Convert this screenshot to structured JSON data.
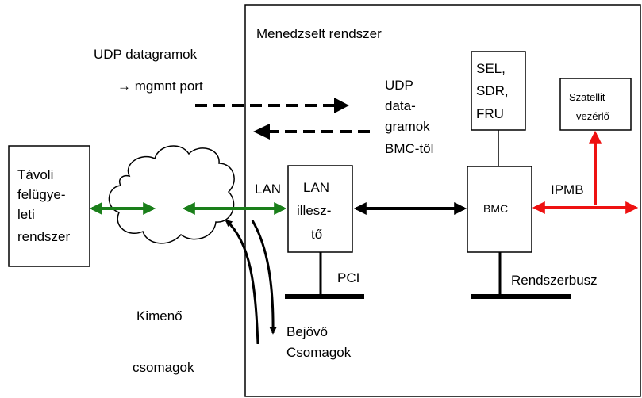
{
  "managed_system": {
    "title": "Menedzselt rendszer"
  },
  "udp_out": {
    "line1": "UDP datagramok",
    "line2": "→ mgmnt port"
  },
  "udp_in": {
    "line1": "UDP",
    "line2": "data-",
    "line3": "gramok",
    "line4": "BMC-től"
  },
  "remote": {
    "line1": "Távoli",
    "line2": "felügye-",
    "line3": "leti",
    "line4": "rendszer"
  },
  "lan_label": "LAN",
  "lan_adapter": {
    "line1": "LAN",
    "line2": "illesz-",
    "line3": "tő"
  },
  "pci_label": "PCI",
  "bmc_label": "BMC",
  "sel_box": {
    "line1": "SEL,",
    "line2": "SDR,",
    "line3": "FRU"
  },
  "satellite": {
    "line1": "Szatellit",
    "line2": "vezérlő"
  },
  "ipmb_label": "IPMB",
  "system_bus_label": "Rendszerbusz",
  "outgoing": {
    "line1": "Kimenő",
    "line2": "csomagok"
  },
  "incoming": {
    "line1": "Bejövő",
    "line2": "Csomagok"
  },
  "colors": {
    "green": "#1a7f1a",
    "red": "#ee1111",
    "black": "#000000"
  }
}
